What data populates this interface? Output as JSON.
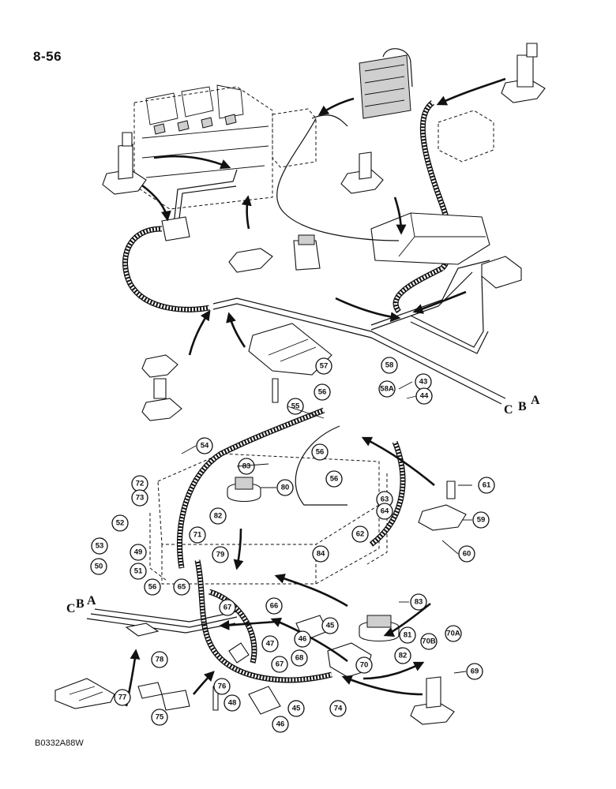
{
  "page_number": "8-56",
  "drawing_code": "B0332A88W",
  "line_letters": [
    "C",
    "B",
    "A"
  ],
  "callouts": [
    "43",
    "44",
    "45",
    "45",
    "46",
    "46",
    "47",
    "48",
    "49",
    "50",
    "51",
    "52",
    "53",
    "54",
    "55",
    "56",
    "56",
    "56",
    "56",
    "57",
    "58",
    "58A",
    "59",
    "60",
    "61",
    "62",
    "63",
    "64",
    "65",
    "66",
    "67",
    "67",
    "68",
    "69",
    "70",
    "70A",
    "70B",
    "71",
    "72",
    "73",
    "74",
    "75",
    "76",
    "77",
    "78",
    "79",
    "80",
    "81",
    "82",
    "82",
    "83",
    "83",
    "84"
  ]
}
